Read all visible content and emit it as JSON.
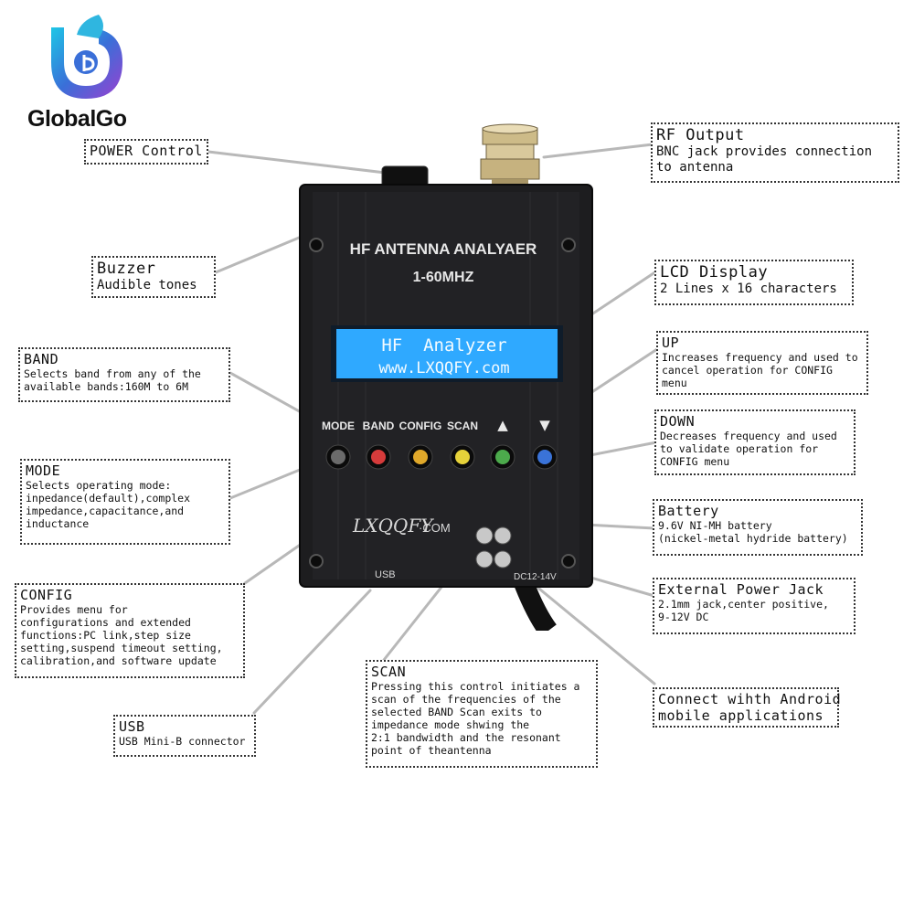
{
  "brand": {
    "name": "GlobalGo"
  },
  "device": {
    "title": "HF ANTENNA ANALYAER",
    "subtitle": "1-60MHZ",
    "lcd_line1": "HF  Analyzer",
    "lcd_line2": "www.LXQQFY.com",
    "buttons": [
      "MODE",
      "BAND",
      "CONFIG",
      "SCAN"
    ],
    "button_colors": [
      "#6b6b6b",
      "#d63b3b",
      "#e0a82a",
      "#e6d23a",
      "#4caa4c",
      "#3a73d8"
    ],
    "up_symbol": "▲",
    "down_symbol": "▼",
    "maker_logo": "LXQQFY",
    "maker_suffix": "·COM",
    "usb_label": "USB",
    "dc_label": "DC12-14V"
  },
  "callouts": {
    "power": {
      "title": "POWER Control"
    },
    "buzzer": {
      "title": "Buzzer",
      "desc": "Audible tones"
    },
    "band": {
      "title": "BAND",
      "desc": "Selects band from any of the\navailable bands:160M to 6M"
    },
    "mode": {
      "title": "MODE",
      "desc": "Selects operating mode:\ninpedance(default),complex\nimpedance,capacitance,and\ninductance"
    },
    "config": {
      "title": "CONFIG",
      "desc": "Provides menu for\nconfigurations and extended\nfunctions:PC link,step size\nsetting,suspend timeout setting,\ncalibration,and software update"
    },
    "usb": {
      "title": "USB",
      "desc": "USB Mini-B connector"
    },
    "scan": {
      "title": "SCAN",
      "desc": "Pressing this control initiates a\nscan of the frequencies of the\nselected BAND Scan exits to\nimpedance mode shwing the\n2:1 bandwidth and the resonant\npoint of theantenna"
    },
    "rf": {
      "title": "RF Output",
      "desc": "BNC jack provides connection\nto antenna"
    },
    "lcd": {
      "title": "LCD Display",
      "desc": "2 Lines x 16 characters"
    },
    "up": {
      "title": "UP",
      "desc": "Increases frequency and used to\ncancel operation for CONFIG\nmenu"
    },
    "down": {
      "title": "DOWN",
      "desc": "Decreases frequency and used\nto validate operation for\nCONFIG menu"
    },
    "battery": {
      "title": "Battery",
      "desc": "9.6V NI-MH battery\n(nickel-metal hydride battery)"
    },
    "ext_power": {
      "title": "External Power Jack",
      "desc": "2.1mm jack,center positive,\n9-12V DC"
    },
    "android": {
      "title": "Connect wihth Android",
      "desc": "mobile applications"
    }
  }
}
